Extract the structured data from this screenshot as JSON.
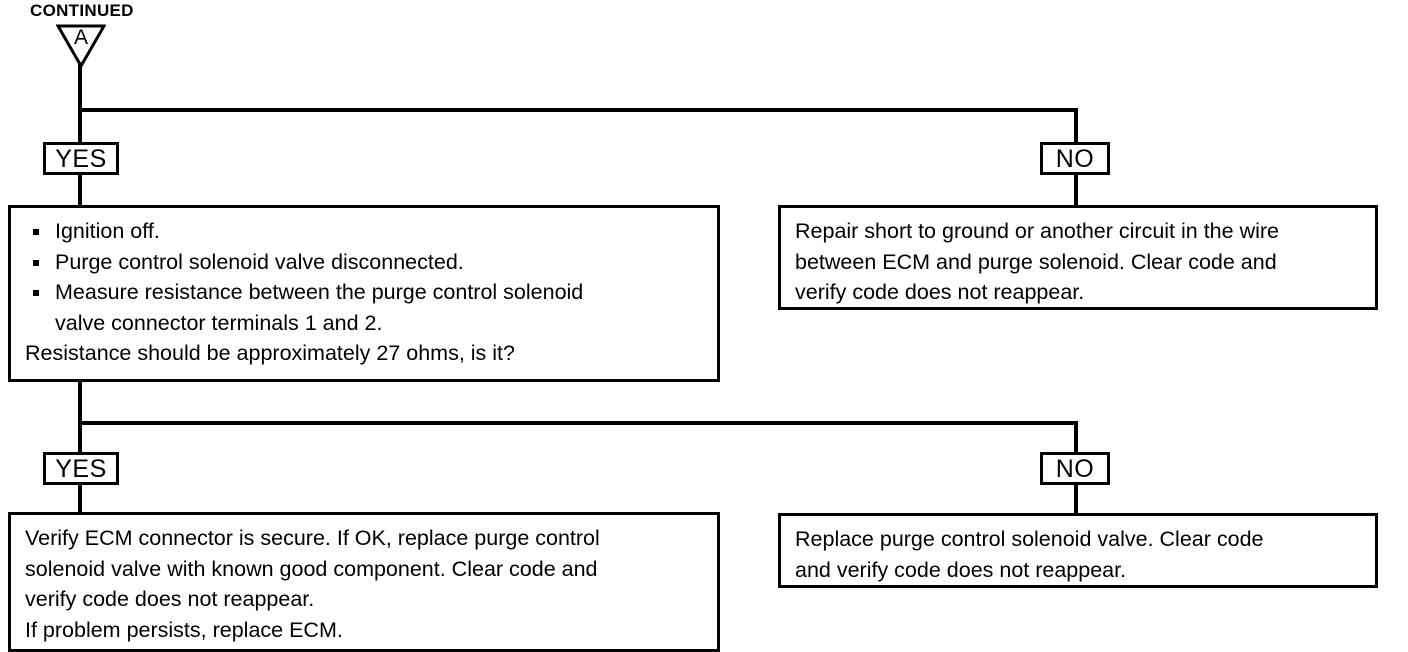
{
  "diagram": {
    "type": "troubleshooting-flowchart",
    "header_label": "CONTINUED",
    "connector": {
      "shape": "down-triangle",
      "letter": "A"
    },
    "branches": {
      "yes_label": "YES",
      "no_label": "NO"
    },
    "steps": [
      {
        "id": "test-resistance",
        "position": "left",
        "bullets": [
          "Ignition off.",
          "Purge control solenoid valve disconnected.",
          "Measure resistance between the purge control solenoid"
        ],
        "bullet3_continuation": "valve connector terminals 1 and 2.",
        "question": "Resistance should be approximately 27 ohms, is it?"
      },
      {
        "id": "repair-short",
        "position": "right",
        "lines": [
          "Repair short to ground or another circuit in the wire",
          "between ECM and purge solenoid. Clear code and",
          "verify code does not reappear."
        ]
      },
      {
        "id": "verify-ecm-connector",
        "position": "left",
        "lines": [
          "Verify ECM connector is secure. If OK, replace purge control",
          "solenoid valve with known good component. Clear code and",
          "verify code does not reappear.",
          "If problem persists, replace ECM."
        ]
      },
      {
        "id": "replace-solenoid",
        "position": "right",
        "lines": [
          "Replace purge control solenoid valve. Clear code",
          "and verify code does not reappear."
        ]
      }
    ],
    "colors": {
      "line": "#000000",
      "background": "#ffffff",
      "text": "#000000"
    }
  }
}
